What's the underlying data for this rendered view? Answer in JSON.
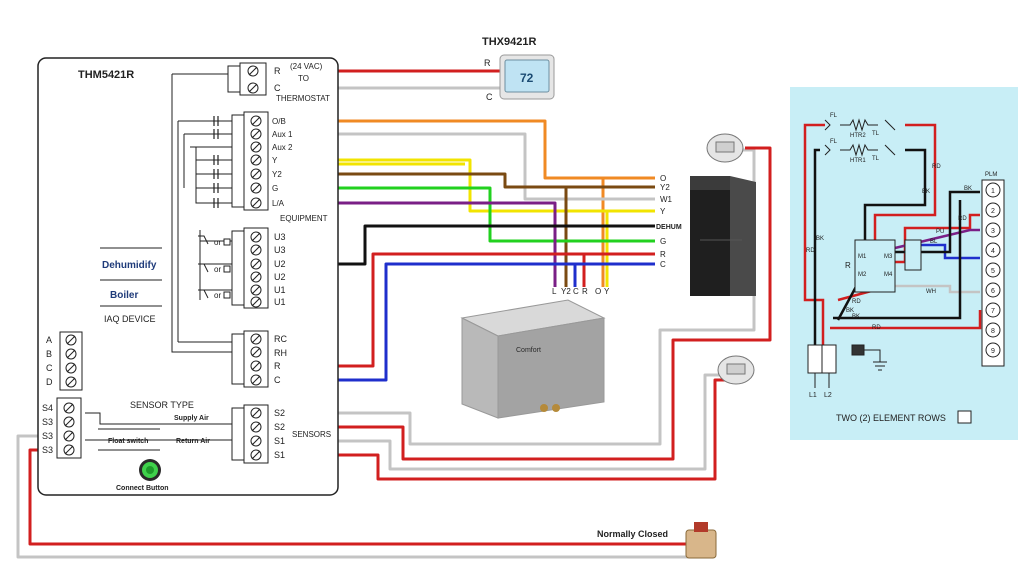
{
  "colors": {
    "red": "#d21f1f",
    "white_wire": "#c4c4c4",
    "orange": "#f08a24",
    "brown": "#7a4a12",
    "yellow": "#f2e400",
    "green": "#22d11f",
    "purple": "#7a1f86",
    "black": "#111111",
    "blue": "#1f2fcc",
    "panel_bg": "#c8eef6"
  },
  "controller": {
    "title": "THM5421R",
    "thermostat_terminals": [
      "R",
      "C"
    ],
    "thermostat_notes": [
      "(24 VAC)",
      "TO",
      "THERMOSTAT"
    ],
    "equipment_terminals": [
      "O/B",
      "Aux 1",
      "Aux 2",
      "Y",
      "Y2",
      "G",
      "L/A"
    ],
    "equipment_label": "EQUIPMENT",
    "u_terminals": [
      "U3",
      "U3",
      "U2",
      "U2",
      "U1",
      "U1"
    ],
    "u_or": "or",
    "power_terminals": [
      "RC",
      "RH",
      "R",
      "C"
    ],
    "iaq_labels": [
      "Dehumidify",
      "Boiler",
      "IAQ DEVICE"
    ],
    "abcd_terminals": [
      "A",
      "B",
      "C",
      "D"
    ],
    "sensor_terminals_left": [
      "S4",
      "S3",
      "S3",
      "S3"
    ],
    "sensor_type_label": "SENSOR TYPE",
    "supply_air_label": "Supply Air",
    "return_air_label": "Return Air",
    "float_switch_label": "Float switch",
    "sensor_terminals_right": [
      "S2",
      "S2",
      "S1",
      "S1"
    ],
    "sensors_label": "SENSORS",
    "connect_button_label": "Connect  Button"
  },
  "thermostat": {
    "model": "THX9421R",
    "display": "72",
    "terminals": [
      "R",
      "C"
    ]
  },
  "air_handler": {
    "terminals": [
      "O",
      "Y2",
      "W1",
      "Y",
      "DEHUM",
      "G",
      "R",
      "C"
    ]
  },
  "dehumidifier": {
    "terminals": [
      "L",
      "Y2",
      "C",
      "R",
      "O",
      "Y"
    ],
    "brand": "Comfort"
  },
  "heater_panel": {
    "elements": [
      "FL",
      "HTR2",
      "TL",
      "FL",
      "HTR1",
      "TL"
    ],
    "relay_label": "R",
    "relay_contacts": [
      "M1",
      "M3",
      "M2",
      "M4"
    ],
    "wire_tags": [
      "RD",
      "BK",
      "RD",
      "PU",
      "BL",
      "BK",
      "RD",
      "WH",
      "RD",
      "BK",
      "BK",
      "RD"
    ],
    "plm_label": "PLM",
    "plm_pins": [
      "1",
      "2",
      "3",
      "4",
      "5",
      "6",
      "7",
      "8",
      "9"
    ],
    "line_labels": [
      "L1",
      "L2"
    ],
    "footer": "TWO (2) ELEMENT ROWS"
  },
  "normally_closed_label": "Normally Closed"
}
